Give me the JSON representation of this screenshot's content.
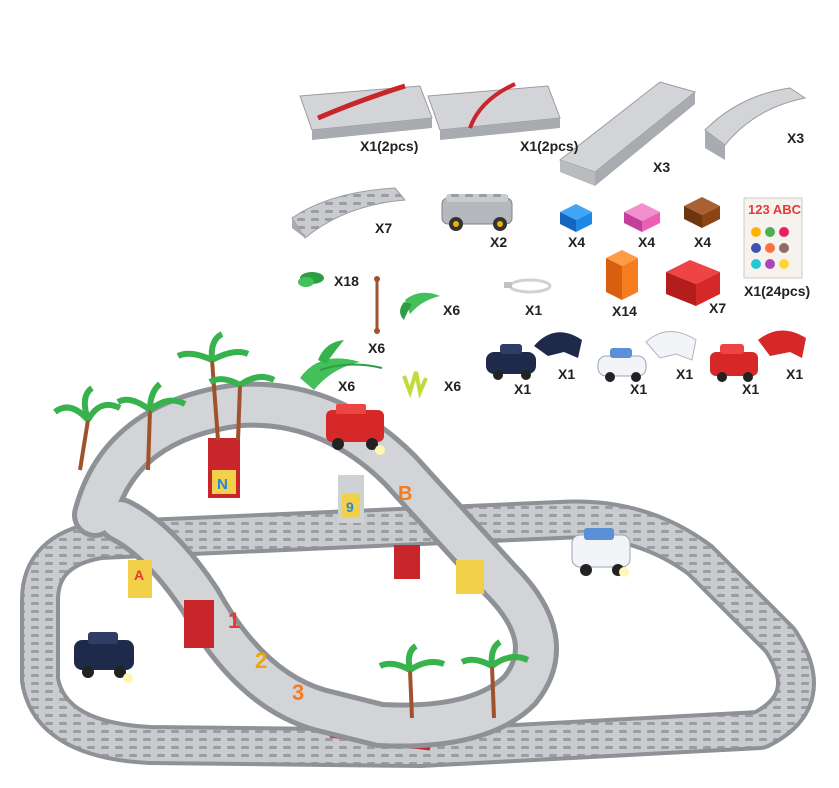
{
  "parts": [
    {
      "name": "cross-track",
      "qty": "X1(2pcs)"
    },
    {
      "name": "switch-track",
      "qty": "X1(2pcs)"
    },
    {
      "name": "ramp-track",
      "qty": "X3"
    },
    {
      "name": "bridge-track",
      "qty": "X3"
    },
    {
      "name": "curve-track",
      "qty": "X7"
    },
    {
      "name": "car-chassis",
      "qty": "X2"
    },
    {
      "name": "blue-brick",
      "qty": "X4"
    },
    {
      "name": "pink-brick",
      "qty": "X4"
    },
    {
      "name": "brown-brick",
      "qty": "X4"
    },
    {
      "name": "sticker-sheet",
      "qty": "X1(24pcs)"
    },
    {
      "name": "leaf-small",
      "qty": "X18"
    },
    {
      "name": "tree-trunk",
      "qty": "X6"
    },
    {
      "name": "leaf-medium",
      "qty": "X6"
    },
    {
      "name": "usb-cable",
      "qty": "X1"
    },
    {
      "name": "orange-tall-brick",
      "qty": "X14"
    },
    {
      "name": "red-arch-brick",
      "qty": "X7"
    },
    {
      "name": "police-car",
      "qty": "X1"
    },
    {
      "name": "police-shell",
      "qty": "X1"
    },
    {
      "name": "ambulance-car",
      "qty": "X1"
    },
    {
      "name": "ambulance-shell",
      "qty": "X1"
    },
    {
      "name": "fire-car",
      "qty": "X1"
    },
    {
      "name": "fire-shell",
      "qty": "X1"
    },
    {
      "name": "palm-leaf-large",
      "qty": "X6"
    },
    {
      "name": "grass-piece",
      "qty": "X6"
    }
  ],
  "sticker_text": "123 ABC",
  "track_markings": {
    "n1": "1",
    "n2": "2",
    "n3": "3",
    "a": "A",
    "b": "B",
    "n": "N",
    "nine": "9"
  },
  "colors": {
    "track": "#c9cbce",
    "track_dark": "#8e9196",
    "pillar_red": "#c8262b",
    "tree_green": "#37b24d",
    "brick_blue": "#1e88e5",
    "brick_pink": "#ec5fb6",
    "brick_brown": "#8b4513",
    "brick_orange": "#f57c1f",
    "brick_red": "#d62828"
  }
}
